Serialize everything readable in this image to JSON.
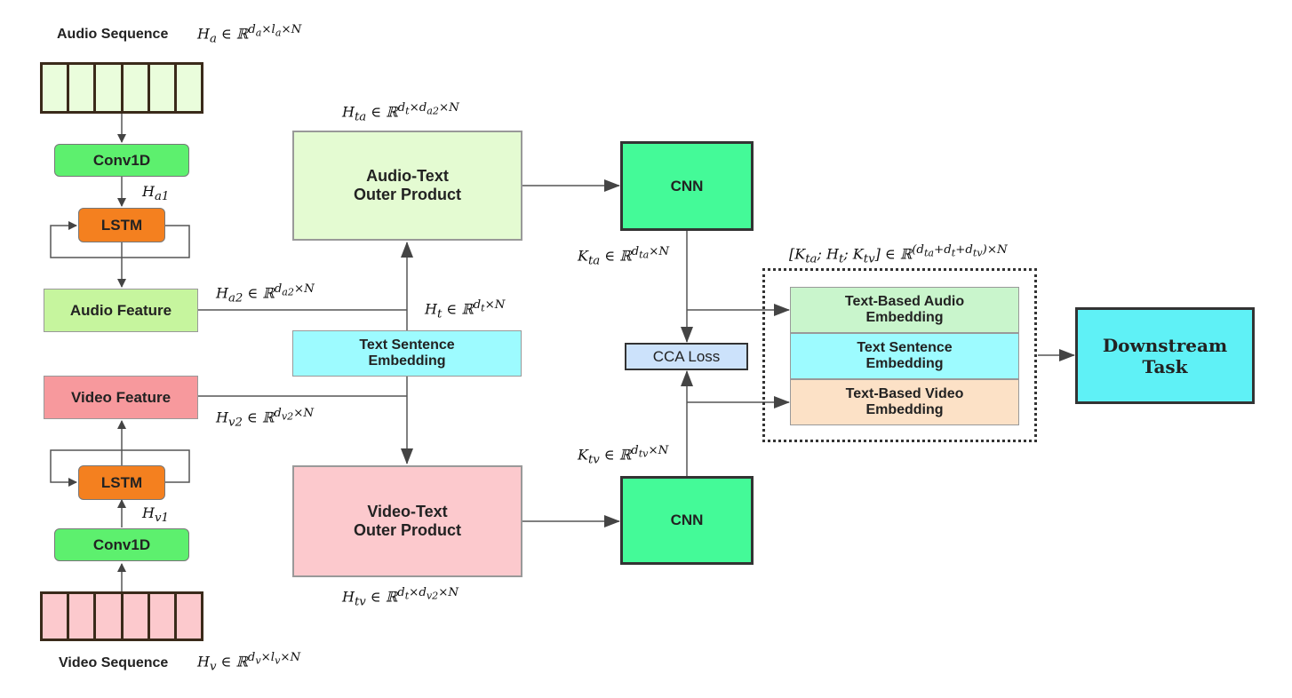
{
  "audio_sequence_label": "Audio Sequence",
  "video_sequence_label": "Video Sequence",
  "audio_conv": "Conv1D",
  "video_conv": "Conv1D",
  "audio_lstm": "LSTM",
  "video_lstm": "LSTM",
  "audio_feature": "Audio Feature",
  "video_feature": "Video Feature",
  "text_embedding": {
    "line1": "Text Sentence",
    "line2": "Embedding"
  },
  "audio_text": {
    "line1": "Audio-Text",
    "line2": "Outer Product"
  },
  "video_text": {
    "line1": "Video-Text",
    "line2": "Outer Product"
  },
  "cnn_top": "CNN",
  "cnn_bottom": "CNN",
  "cca_loss": "CCA Loss",
  "emb_audio": {
    "line1": "Text-Based Audio",
    "line2": "Embedding"
  },
  "emb_text": {
    "line1": "Text Sentence",
    "line2": "Embedding"
  },
  "emb_video": {
    "line1": "Text-Based Video",
    "line2": "Embedding"
  },
  "downstream": {
    "line1": "Downstream",
    "line2": "Task"
  },
  "math": {
    "ha": "H_a ∈ ℝ^{d_a×l_a×N}",
    "hv": "H_v ∈ ℝ^{d_v×l_v×N}",
    "ha1": "H_{a1}",
    "hv1": "H_{v1}",
    "ha2": "H_{a2} ∈ ℝ^{d_{a2}×N}",
    "hv2": "H_{v2} ∈ ℝ^{d_{v2}×N}",
    "ht": "H_t ∈ ℝ^{d_t×N}",
    "hta": "H_{ta} ∈ ℝ^{d_t×d_{a2}×N}",
    "htv": "H_{tv} ∈ ℝ^{d_t×d_{v2}×N}",
    "kta": "K_{ta} ∈ ℝ^{d_{ta}×N}",
    "ktv": "K_{tv} ∈ ℝ^{d_{tv}×N}",
    "concat": "[K_{ta}; H_t; K_{tv}] ∈ ℝ^{(d_{ta}+d_t+d_{tv})×N}"
  },
  "sequence_cells": 6
}
